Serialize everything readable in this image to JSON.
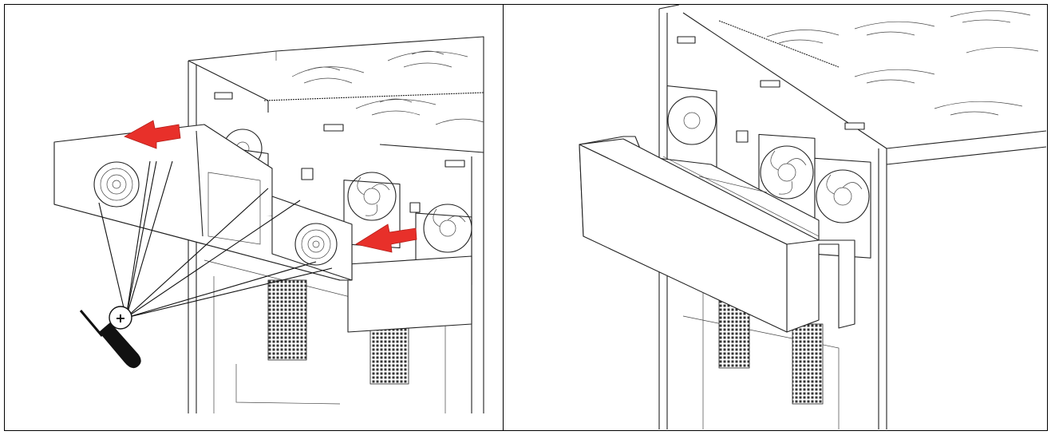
{
  "figure": {
    "panels": [
      {
        "id": "left",
        "view": "cover-removal",
        "symbols": {
          "screw_mark": "+"
        },
        "icons": [
          "screwdriver-icon",
          "arrow-icon",
          "fan-icon"
        ],
        "arrow_color": "#e8302a"
      },
      {
        "id": "right",
        "view": "cover-reinstalled",
        "icons": [
          "fan-icon"
        ]
      }
    ],
    "border_color": "#000000"
  }
}
